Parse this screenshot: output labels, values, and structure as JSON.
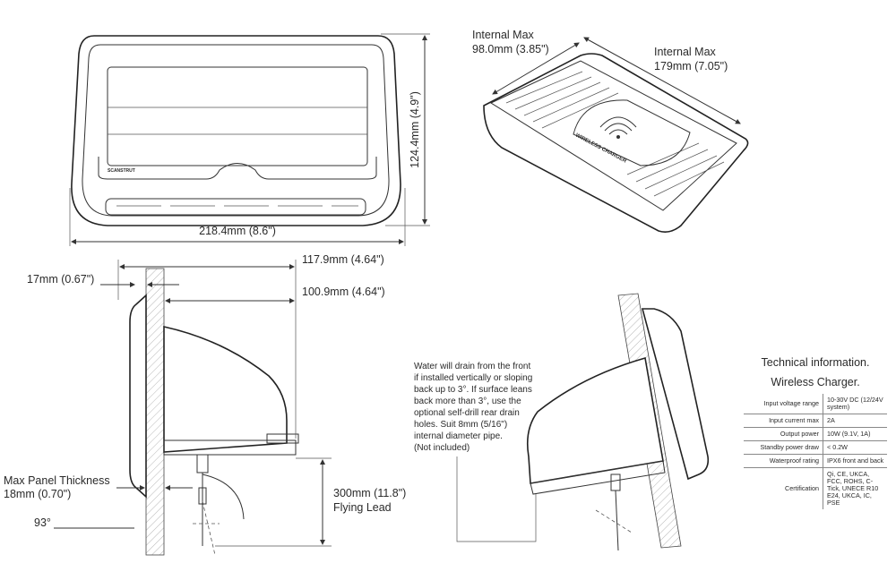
{
  "top_view": {
    "width_dim": "218.4mm (8.6\")",
    "height_dim": "124.4mm (4.9\")",
    "brand": "SCANSTRUT"
  },
  "iso_view": {
    "internal_width": {
      "line1": "Internal Max",
      "line2": "98.0mm (3.85\")"
    },
    "internal_length": {
      "line1": "Internal Max",
      "line2": "179mm (7.05\")"
    },
    "pad_text": "WIRELESS CHARGER"
  },
  "side_view": {
    "depth_total": "117.9mm (4.64\")",
    "depth_inner": "100.9mm (4.64\")",
    "bezel": "17mm (0.67\")",
    "panel_thickness": {
      "line1": "Max Panel Thickness",
      "line2": "18mm (0.70\")"
    },
    "angle": "93°",
    "lead": {
      "line1": "300mm (11.8\")",
      "line2": "Flying Lead"
    }
  },
  "drain_note": [
    "Water will drain from the front",
    "if installed vertically or sloping",
    "back up to 3°. If surface leans",
    "back more than 3°, use the",
    "optional self-drill rear drain",
    "holes. Suit 8mm (5/16\")",
    "internal diameter pipe.",
    "(Not included)"
  ],
  "tech": {
    "title": "Technical information.",
    "subtitle": "Wireless Charger.",
    "rows": [
      {
        "label": "Input voltage range",
        "value": "10-30V DC (12/24V system)"
      },
      {
        "label": "Input current max",
        "value": "2A"
      },
      {
        "label": "Output power",
        "value": "10W (9.1V, 1A)"
      },
      {
        "label": "Standby power draw",
        "value": "< 0.2W"
      },
      {
        "label": "Waterproof rating",
        "value": "IPX6 front and back"
      },
      {
        "label": "Certification",
        "value": "Qi, CE, UKCA, FCC, ROHS, C-Tick, UNECE R10 E24, UKCA, IC, PSE"
      }
    ]
  }
}
